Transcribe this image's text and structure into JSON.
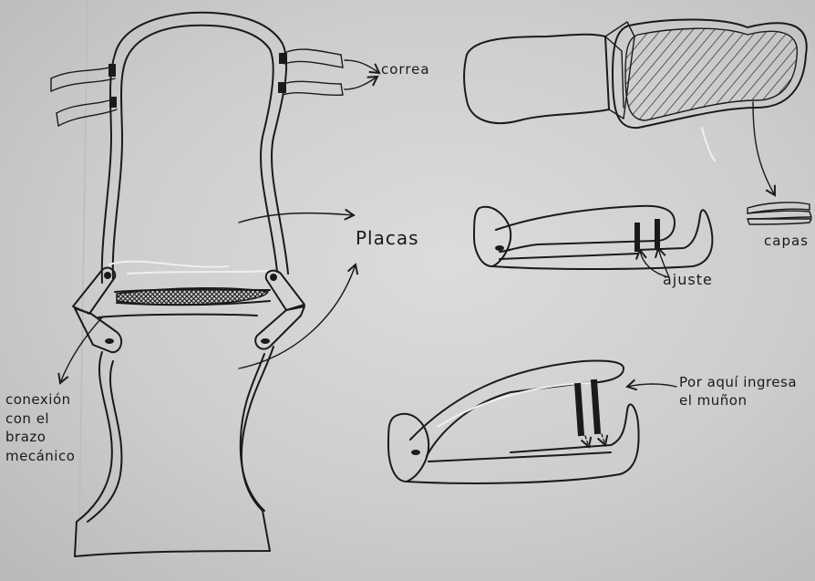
{
  "labels": {
    "correa": "correa",
    "placas": "Placas",
    "capas": "capas",
    "ajuste": "ajuste",
    "conexion": "conexión\ncon el\nbrazo\nmecánico",
    "ingresa": "Por aquí ingresa\nel muñon"
  },
  "colors": {
    "paper": "#d6d6d6",
    "ink": "#1a1a1a"
  }
}
